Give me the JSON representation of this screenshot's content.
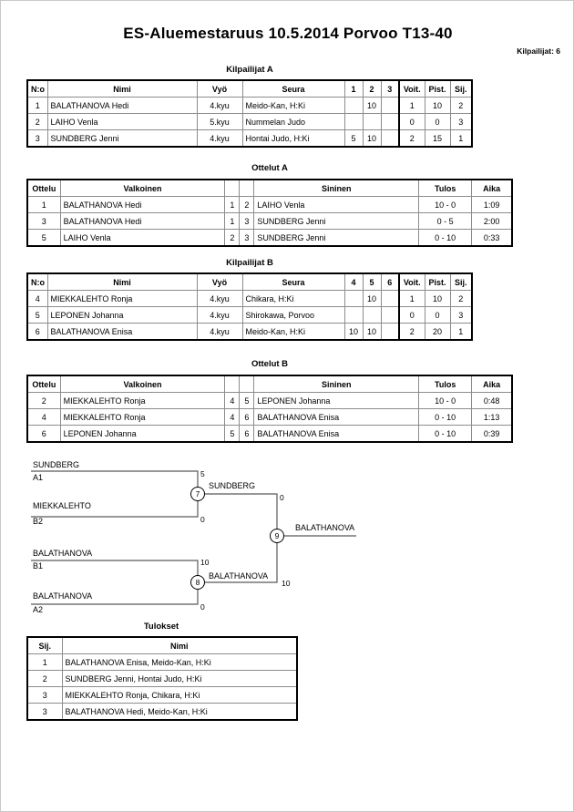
{
  "header": {
    "title": "ES-Aluemestaruus  10.5.2014  Porvoo   T13-40",
    "competitors_label": "Kilpailijat: 6"
  },
  "pool_a": {
    "caption": "Kilpailijat A",
    "columns": [
      "N:o",
      "Nimi",
      "Vyö",
      "Seura",
      "1",
      "2",
      "3",
      "Voit.",
      "Pist.",
      "Sij."
    ],
    "rows": [
      {
        "no": "1",
        "name": "BALATHANOVA Hedi",
        "belt": "4.kyu",
        "club": "Meido-Kan, H:Ki",
        "m1": "",
        "m2": "10",
        "m3": "",
        "wins": "1",
        "points": "10",
        "rank": "2"
      },
      {
        "no": "2",
        "name": "LAIHO Venla",
        "belt": "5.kyu",
        "club": "Nummelan Judo",
        "m1": "",
        "m2": "",
        "m3": "",
        "wins": "0",
        "points": "0",
        "rank": "3"
      },
      {
        "no": "3",
        "name": "SUNDBERG Jenni",
        "belt": "4.kyu",
        "club": "Hontai Judo, H:Ki",
        "m1": "5",
        "m2": "10",
        "m3": "",
        "wins": "2",
        "points": "15",
        "rank": "1"
      }
    ]
  },
  "matches_a": {
    "caption": "Ottelut A",
    "columns": [
      "Ottelu",
      "Valkoinen",
      "",
      "",
      "Sininen",
      "Tulos",
      "Aika"
    ],
    "rows": [
      {
        "match": "1",
        "white": "BALATHANOVA Hedi",
        "wno": "1",
        "bno": "2",
        "blue": "LAIHO Venla",
        "result": "10 - 0",
        "time": "1:09"
      },
      {
        "match": "3",
        "white": "BALATHANOVA Hedi",
        "wno": "1",
        "bno": "3",
        "blue": "SUNDBERG Jenni",
        "result": "0 - 5",
        "time": "2:00"
      },
      {
        "match": "5",
        "white": "LAIHO Venla",
        "wno": "2",
        "bno": "3",
        "blue": "SUNDBERG Jenni",
        "result": "0 - 10",
        "time": "0:33"
      }
    ]
  },
  "pool_b": {
    "caption": "Kilpailijat B",
    "columns": [
      "N:o",
      "Nimi",
      "Vyö",
      "Seura",
      "4",
      "5",
      "6",
      "Voit.",
      "Pist.",
      "Sij."
    ],
    "rows": [
      {
        "no": "4",
        "name": "MIEKKALEHTO Ronja",
        "belt": "4.kyu",
        "club": "Chikara, H:Ki",
        "m1": "",
        "m2": "10",
        "m3": "",
        "wins": "1",
        "points": "10",
        "rank": "2"
      },
      {
        "no": "5",
        "name": "LEPONEN Johanna",
        "belt": "4.kyu",
        "club": "Shirokawa, Porvoo",
        "m1": "",
        "m2": "",
        "m3": "",
        "wins": "0",
        "points": "0",
        "rank": "3"
      },
      {
        "no": "6",
        "name": "BALATHANOVA Enisa",
        "belt": "4.kyu",
        "club": "Meido-Kan, H:Ki",
        "m1": "10",
        "m2": "10",
        "m3": "",
        "wins": "2",
        "points": "20",
        "rank": "1"
      }
    ]
  },
  "matches_b": {
    "caption": "Ottelut B",
    "columns": [
      "Ottelu",
      "Valkoinen",
      "",
      "",
      "Sininen",
      "Tulos",
      "Aika"
    ],
    "rows": [
      {
        "match": "2",
        "white": "MIEKKALEHTO Ronja",
        "wno": "4",
        "bno": "5",
        "blue": "LEPONEN Johanna",
        "result": "10 - 0",
        "time": "0:48"
      },
      {
        "match": "4",
        "white": "MIEKKALEHTO Ronja",
        "wno": "4",
        "bno": "6",
        "blue": "BALATHANOVA Enisa",
        "result": "0 - 10",
        "time": "1:13"
      },
      {
        "match": "6",
        "white": "LEPONEN Johanna",
        "wno": "5",
        "bno": "6",
        "blue": "BALATHANOVA Enisa",
        "result": "0 - 10",
        "time": "0:39"
      }
    ]
  },
  "bracket": {
    "entrants": [
      {
        "name": "SUNDBERG",
        "seed": "A1",
        "score": "5"
      },
      {
        "name": "MIEKKALEHTO",
        "seed": "B2",
        "score": "0"
      },
      {
        "name": "BALATHANOVA",
        "seed": "B1",
        "score": "10"
      },
      {
        "name": "BALATHANOVA",
        "seed": "A2",
        "score": "0"
      }
    ],
    "semifinals": [
      {
        "number": "7",
        "winner": "SUNDBERG",
        "score": "0"
      },
      {
        "number": "8",
        "winner": "BALATHANOVA",
        "score": "10"
      }
    ],
    "final": {
      "number": "9",
      "winner": "BALATHANOVA"
    }
  },
  "results": {
    "caption": "Tulokset",
    "columns": [
      "Sij.",
      "Nimi"
    ],
    "rows": [
      {
        "rank": "1",
        "name": "BALATHANOVA Enisa, Meido-Kan, H:Ki"
      },
      {
        "rank": "2",
        "name": "SUNDBERG Jenni, Hontai Judo, H:Ki"
      },
      {
        "rank": "3",
        "name": "MIEKKALEHTO Ronja, Chikara, H:Ki"
      },
      {
        "rank": "3",
        "name": "BALATHANOVA Hedi, Meido-Kan, H:Ki"
      }
    ]
  }
}
